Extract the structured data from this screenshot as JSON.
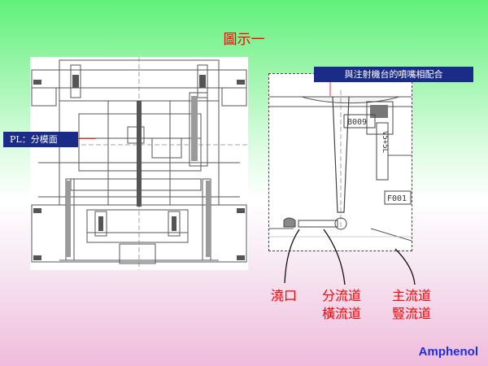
{
  "title": "圖示一",
  "labels": {
    "parting_line": "PL：分模面",
    "nozzle": "與注射機台的噴嘴相配合"
  },
  "drawing_marks": [
    "B009",
    "V5+5L",
    "F001"
  ],
  "terms": {
    "gate": "澆口",
    "runner_1": "分流道",
    "runner_2": "橫流道",
    "sprue_1": "主流道",
    "sprue_2": "豎流道"
  },
  "brand": "Amphenol",
  "colors": {
    "term_red": "#ff0000",
    "label_navy": "#1a2b88",
    "brand_blue": "#1d2fe0"
  }
}
